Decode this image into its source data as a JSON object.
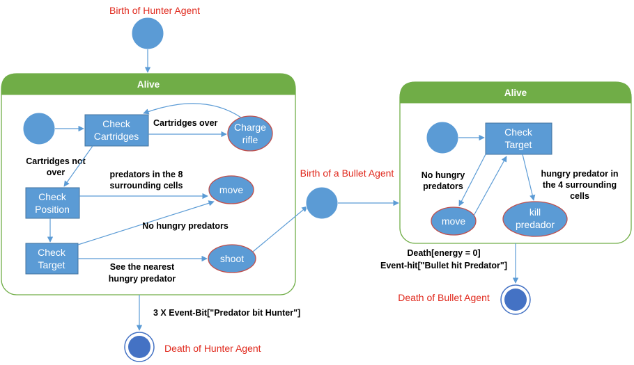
{
  "labels": {
    "birth_hunter": "Birth of  Hunter Agent",
    "death_hunter": "Death of Hunter Agent",
    "birth_bullet": "Birth of a Bullet Agent",
    "death_bullet": "Death of Bullet Agent"
  },
  "hunter_state": {
    "title": "Alive",
    "check_cartridges": [
      "Check",
      "Cartridges"
    ],
    "charge_rifle": [
      "Charge",
      "rifle"
    ],
    "check_position": [
      "Check",
      "Position"
    ],
    "check_target": [
      "Check",
      "Target"
    ],
    "move": "move",
    "shoot": "shoot",
    "edge_cartridges_over": "Cartridges over",
    "edge_cartridges_not_over": [
      "Cartridges not",
      "over"
    ],
    "edge_predators_8": [
      "predators in the 8",
      "surrounding cells"
    ],
    "edge_no_hungry": "No hungry predators",
    "edge_see_nearest": [
      "See the nearest",
      "hungry predator"
    ]
  },
  "hunter_exit_label": "3 X Event-Bit[\"Predator bit Hunter\"]",
  "bullet_state": {
    "title": "Alive",
    "check_target": [
      "Check",
      "Target"
    ],
    "move": "move",
    "kill_predador": [
      "kill",
      "predador"
    ],
    "edge_no_hungry": [
      "No hungry",
      "predators"
    ],
    "edge_hungry_4": [
      "hungry predator in",
      "the 4 surrounding",
      "cells"
    ]
  },
  "bullet_exit_label": [
    "Death[energy = 0]",
    "Event-hit[\"Bullet hit Predator\"]"
  ],
  "colors": {
    "node_fill": "#5b9bd5",
    "state_green": "#70ad47",
    "label_red": "#e0281c",
    "ellipse_border": "#c0504d"
  }
}
